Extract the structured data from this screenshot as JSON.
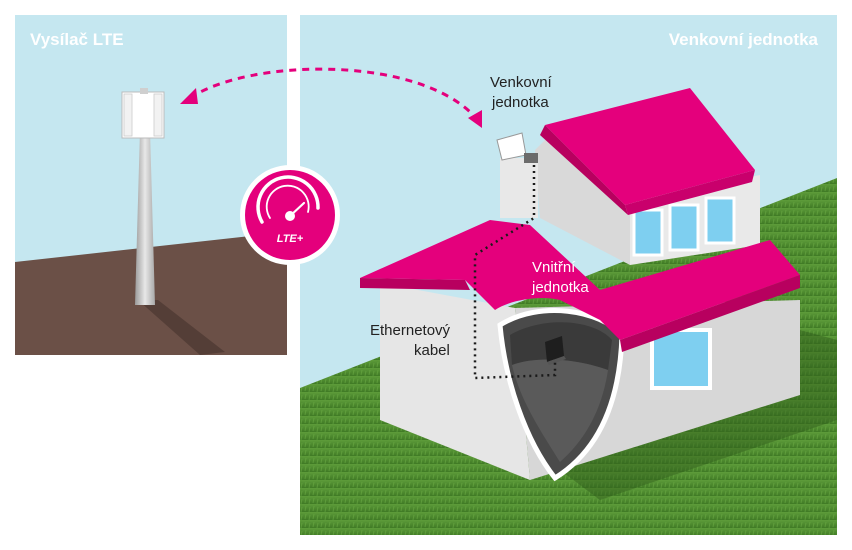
{
  "panels": {
    "left_title": "Vysílač LTE",
    "right_title": "Venkovní jednotka"
  },
  "labels": {
    "outdoor_unit_line1": "Venkovní",
    "outdoor_unit_line2": "jednotka",
    "indoor_unit_line1": "Vnitřní",
    "indoor_unit_line2": "jednotka",
    "ethernet_line1": "Ethernetový",
    "ethernet_line2": "kabel"
  },
  "badge": {
    "text": "LTE+"
  },
  "colors": {
    "sky": "#c5e7f0",
    "ground_brown": "#6b5047",
    "grass": "#4e8c2f",
    "roof_magenta": "#e4007c",
    "wall": "#e6e6e6",
    "window": "#7ecff0"
  },
  "icons": {
    "badge": "lte-signal-icon",
    "tower": "lte-tower-icon",
    "outdoor_unit": "outdoor-antenna-icon",
    "indoor_unit": "indoor-router-icon"
  }
}
